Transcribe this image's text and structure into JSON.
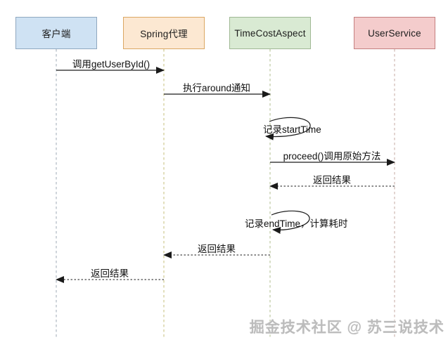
{
  "diagram": {
    "type": "uml-sequence",
    "background": "#ffffff",
    "arrow_color": "#1a1a1a",
    "participants": [
      {
        "label": "客户端",
        "fill": "#cfe2f3",
        "border": "#8fa8c0",
        "lifeline_color": "#b9c2cb"
      },
      {
        "label": "Spring代理",
        "fill": "#fce8d2",
        "border": "#dba763",
        "lifeline_color": "#d6d1a0"
      },
      {
        "label": "TimeCostAspect",
        "fill": "#d9ead3",
        "border": "#9fb894",
        "lifeline_color": "#c6cfad"
      },
      {
        "label": "UserService",
        "fill": "#f4cccc",
        "border": "#c57f7f",
        "lifeline_color": "#d5c1bc"
      }
    ],
    "messages": [
      {
        "label": "调用getUserById()",
        "from": "客户端",
        "to": "Spring代理",
        "line": "solid"
      },
      {
        "label": "执行around通知",
        "from": "Spring代理",
        "to": "TimeCostAspect",
        "line": "solid"
      },
      {
        "label": "记录startTime",
        "from": "TimeCostAspect",
        "to": "TimeCostAspect",
        "line": "self-loop"
      },
      {
        "label": "proceed()调用原始方法",
        "from": "TimeCostAspect",
        "to": "UserService",
        "line": "solid"
      },
      {
        "label": "返回结果",
        "from": "UserService",
        "to": "TimeCostAspect",
        "line": "dashed"
      },
      {
        "label": "记录endTime，计算耗时",
        "from": "TimeCostAspect",
        "to": "TimeCostAspect",
        "line": "self-loop"
      },
      {
        "label": "返回结果",
        "from": "TimeCostAspect",
        "to": "Spring代理",
        "line": "dashed"
      },
      {
        "label": "返回结果",
        "from": "Spring代理",
        "to": "客户端",
        "line": "dashed"
      }
    ],
    "watermark": {
      "text": "掘金技术社区 @ 苏三说技术",
      "color": "#bcbcbc"
    }
  }
}
